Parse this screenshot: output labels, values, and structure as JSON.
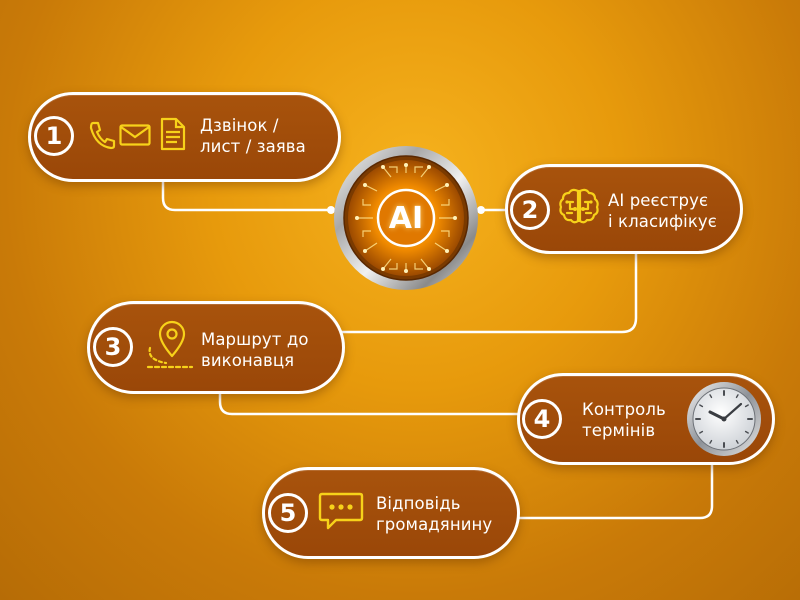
{
  "center": {
    "label": "AI"
  },
  "steps": [
    {
      "number": "1",
      "line1": "Дзвінок /",
      "line2": "лист / заява",
      "icons": [
        "phone-icon",
        "envelope-icon",
        "document-icon"
      ]
    },
    {
      "number": "2",
      "line1": "AI реєструє",
      "line2": "і класифікує",
      "icons": [
        "brain-icon"
      ]
    },
    {
      "number": "3",
      "line1": "Маршрут до",
      "line2": "виконавця",
      "icons": [
        "location-pin-icon"
      ]
    },
    {
      "number": "4",
      "line1": "Контроль",
      "line2": "термінів",
      "icons": [
        "clock-icon"
      ]
    },
    {
      "number": "5",
      "line1": "Відповідь",
      "line2": "громадянину",
      "icons": [
        "chat-bubble-icon"
      ]
    }
  ],
  "colors": {
    "background": "#e79a0c",
    "pill": "#a14d0a",
    "accent": "#f7d21a",
    "line": "#ffffff"
  }
}
